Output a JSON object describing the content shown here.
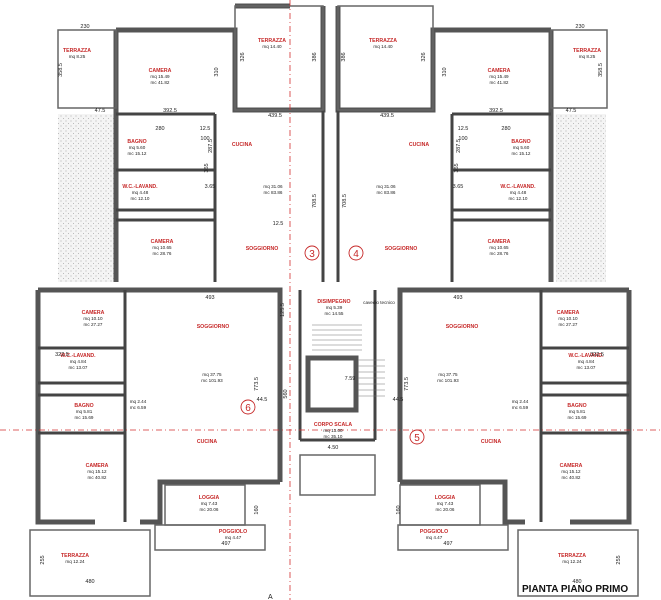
{
  "title": "PIANTA PIANO PRIMO",
  "section_marker": "A",
  "rooms": [
    {
      "label": "TERRAZZA",
      "mq": "mq 8.25"
    },
    {
      "label": "CAMERA",
      "mq": "mq 15.49",
      "mc": "mc 41.82"
    },
    {
      "label": "TERRAZZA",
      "mq": "mq 14.40"
    },
    {
      "label": "TERRAZZA",
      "mq": "mq 14.40"
    },
    {
      "label": "CAMERA",
      "mq": "mq 15.49",
      "mc": "mc 41.82"
    },
    {
      "label": "TERRAZZA",
      "mq": "mq 8.25"
    },
    {
      "label": "BAGNO",
      "mq": "mq 5.60",
      "mc": "mc 15.12"
    },
    {
      "label": "CUCINA"
    },
    {
      "label": "CUCINA"
    },
    {
      "label": "BAGNO",
      "mq": "mq 5.60",
      "mc": "mc 15.12"
    },
    {
      "label": "W.C.-LAVAND.",
      "mq": "mq 4.48",
      "mc": "mc 12.10"
    },
    {
      "label": "",
      "mq": "mq 31.06",
      "mc": "mc 83.86"
    },
    {
      "label": "",
      "mq": "mq 31.06",
      "mc": "mc 83.86"
    },
    {
      "label": "W.C.-LAVAND.",
      "mq": "mq 4.48",
      "mc": "mc 12.10"
    },
    {
      "label": "CAMERA",
      "mq": "mq 10.65",
      "mc": "mc 28.76"
    },
    {
      "label": "SOGGIORNO"
    },
    {
      "label": "SOGGIORNO"
    },
    {
      "label": "CAMERA",
      "mq": "mq 10.65",
      "mc": "mc 28.76"
    },
    {
      "label": "DISIMPEGNO",
      "mq": "mq 5.39",
      "mc": "mc 14.55"
    },
    {
      "label": "CAMERA",
      "mq": "mq 10.10",
      "mc": "mc 27.27"
    },
    {
      "label": "SOGGIORNO"
    },
    {
      "label": "SOGGIORNO"
    },
    {
      "label": "CAMERA",
      "mq": "mq 10.10",
      "mc": "mc 27.27"
    },
    {
      "label": "W.C.-LAVAND.",
      "mq": "mq 4.84",
      "mc": "mc 13.07"
    },
    {
      "label": "",
      "mq": "mq 37.75",
      "mc": "mc 101.93"
    },
    {
      "label": "",
      "mq": "mq 37.75",
      "mc": "mc 101.93"
    },
    {
      "label": "W.C.-LAVAND.",
      "mq": "mq 4.84",
      "mc": "mc 13.07"
    },
    {
      "label": "BAGNO",
      "mq": "mq 5.81",
      "mc": "mc 15.69"
    },
    {
      "label": "",
      "mq": "mq 2.44",
      "mc": "mc 6.59"
    },
    {
      "label": "",
      "mq": "mq 2.44",
      "mc": "mc 6.59"
    },
    {
      "label": "BAGNO",
      "mq": "mq 5.81",
      "mc": "mc 15.69"
    },
    {
      "label": "CORPO SCALA",
      "mq": "mq 13.00",
      "mc": "mc 35.10"
    },
    {
      "label": "CUCINA"
    },
    {
      "label": "CUCINA"
    },
    {
      "label": "CAMERA",
      "mq": "mq 15.12",
      "mc": "mc 40.82"
    },
    {
      "label": "CAMERA",
      "mq": "mq 15.12",
      "mc": "mc 40.82"
    },
    {
      "label": "LOGGIA",
      "mq": "mq 7.43",
      "mc": "mc 20.06"
    },
    {
      "label": "LOGGIA",
      "mq": "mq 7.43",
      "mc": "mc 20.06"
    },
    {
      "label": "POGGIOLO",
      "mq": "mq 4.47"
    },
    {
      "label": "POGGIOLO",
      "mq": "mq 4.47"
    },
    {
      "label": "TERRAZZA",
      "mq": "mq 12.24"
    },
    {
      "label": "TERRAZZA",
      "mq": "mq 12.24"
    }
  ],
  "units": [
    "3",
    "4",
    "5",
    "6"
  ],
  "dimensions": [
    "230",
    "230",
    "358.5",
    "358.5",
    "392.5",
    "392.5",
    "47.5",
    "47.5",
    "310",
    "310",
    "326",
    "386",
    "386",
    "326",
    "439.5",
    "439.5",
    "280",
    "280",
    "12.5",
    "12.5",
    "100",
    "100",
    "365",
    "365",
    "287.5",
    "287.5",
    "3.65",
    "3.65",
    "708.5",
    "708.5",
    "493",
    "493",
    "322.5",
    "322.5",
    "125.5",
    "12.5",
    "560",
    "773.5",
    "773.5",
    "44.5",
    "44.5",
    "4.50",
    "497",
    "497",
    "480",
    "480",
    "255",
    "255",
    "160",
    "160",
    "7.59"
  ],
  "notes": [
    "cavedio tecnico"
  ]
}
